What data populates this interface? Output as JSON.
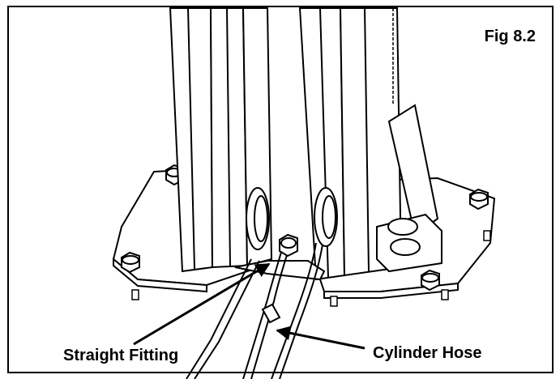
{
  "figure": {
    "label": "Fig 8.2"
  },
  "callouts": {
    "straight_fitting": "Straight Fitting",
    "cylinder_hose": "Cylinder Hose"
  },
  "colors": {
    "line": "#000000",
    "background": "#ffffff"
  }
}
